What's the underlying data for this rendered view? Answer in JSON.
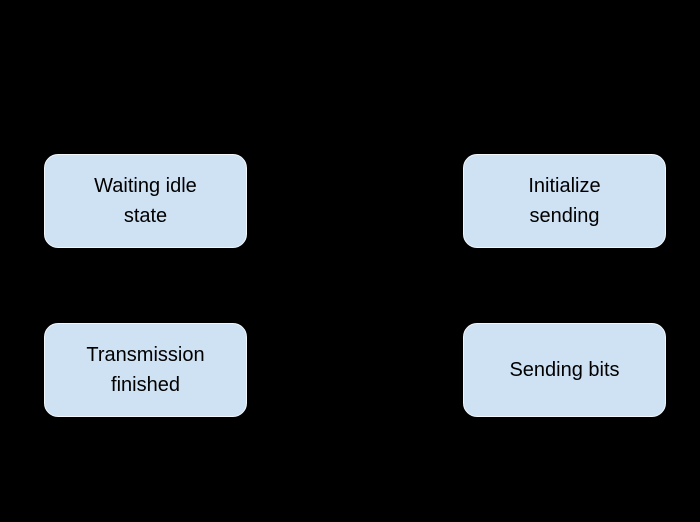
{
  "diagram": {
    "type": "state-flow-diagram",
    "background_color": "#000000",
    "node_style": {
      "fill": "#cfe2f3",
      "border": "#f2f7fc",
      "text_color": "#000000"
    },
    "nodes": [
      {
        "id": "waiting-idle-state",
        "label": "Waiting idle state",
        "lines": [
          "Waiting idle",
          "state"
        ],
        "position": "top-left"
      },
      {
        "id": "initialize-sending",
        "label": "Initialize sending",
        "lines": [
          "Initialize",
          "sending"
        ],
        "position": "top-right"
      },
      {
        "id": "transmission-finished",
        "label": "Transmission finished",
        "lines": [
          "Transmission",
          "finished"
        ],
        "position": "bottom-left"
      },
      {
        "id": "sending-bits",
        "label": "Sending bits",
        "lines": [
          "Sending bits"
        ],
        "position": "bottom-right"
      }
    ]
  }
}
